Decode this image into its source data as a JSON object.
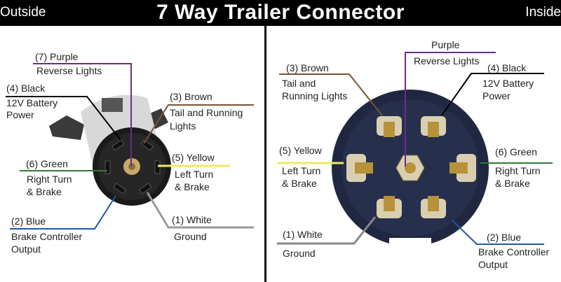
{
  "header": {
    "title": "7 Way Trailer Connector",
    "left_label": "Outside",
    "right_label": "Inside"
  },
  "colors": {
    "purple": "#6a2c8f",
    "black": "#000000",
    "brown": "#7a5230",
    "yellow": "#f0ea5a",
    "green": "#2e7d32",
    "blue": "#1e5aa0",
    "white": "#9a9a9a"
  },
  "outside": {
    "pins": [
      {
        "num": "(7) Purple",
        "func": "Reverse Lights"
      },
      {
        "num": "(4) Black",
        "func": "12V Battery",
        "func2": "Power"
      },
      {
        "num": "(3) Brown",
        "func": "Tail and Running",
        "func2": "Lights"
      },
      {
        "num": "(6) Green",
        "func": "Right Turn",
        "func2": "& Brake"
      },
      {
        "num": "(5) Yellow",
        "func": "Left Turn",
        "func2": "& Brake"
      },
      {
        "num": "(2) Blue",
        "func": "Brake Controller",
        "func2": "Output"
      },
      {
        "num": "(1) White",
        "func": "Ground"
      }
    ]
  },
  "inside": {
    "pins": [
      {
        "num": "Purple",
        "func": "Reverse Lights"
      },
      {
        "num": "(3) Brown",
        "func": "Tail and",
        "func2": "Running Lights"
      },
      {
        "num": "(4) Black",
        "func": "12V Battery",
        "func2": "Power"
      },
      {
        "num": "(5) Yellow",
        "func": "Left Turn",
        "func2": "& Brake"
      },
      {
        "num": "(6) Green",
        "func": "Right Turn",
        "func2": "& Brake"
      },
      {
        "num": "(1) White",
        "func": "Ground"
      },
      {
        "num": "(2) Blue",
        "func": "Brake Controller",
        "func2": "Output"
      }
    ]
  }
}
